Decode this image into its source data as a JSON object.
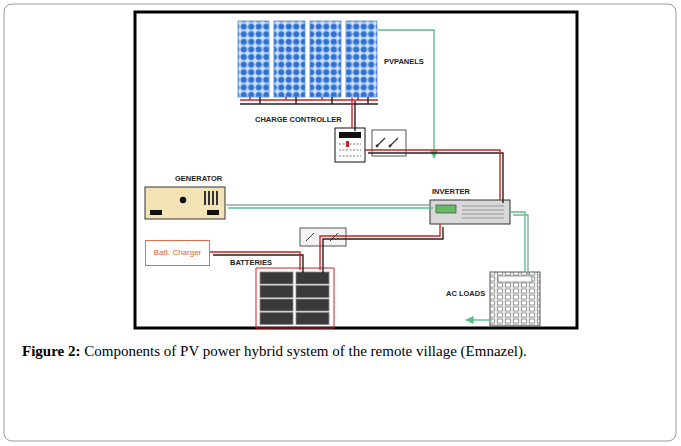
{
  "diagram": {
    "caption": "Figure 2: Components of PV power hybrid system of the remote village (Emnazel).",
    "nodes": [
      {
        "text": [
          "PVPANELS"
        ]
      },
      {
        "text": [
          "CHARGE CONTROLLER"
        ]
      },
      {
        "text": [
          "GENERATOR"
        ]
      },
      {
        "text": [
          "INVERTER"
        ]
      },
      {
        "text": [
          "Batt. Charger"
        ]
      },
      {
        "text": [
          "BATTERIES"
        ]
      },
      {
        "text": [
          "AC LOADS"
        ]
      }
    ],
    "edges": [
      {
        "from": 0,
        "to": 1,
        "arrow": "none"
      },
      {
        "from": 1,
        "to": 3,
        "arrow": "none"
      },
      {
        "from": 2,
        "to": 3,
        "arrow": "none"
      },
      {
        "from": 4,
        "to": 5,
        "arrow": "none"
      },
      {
        "from": 5,
        "to": 3,
        "arrow": "none"
      },
      {
        "from": 3,
        "to": 6,
        "arrow": "none"
      }
    ]
  }
}
